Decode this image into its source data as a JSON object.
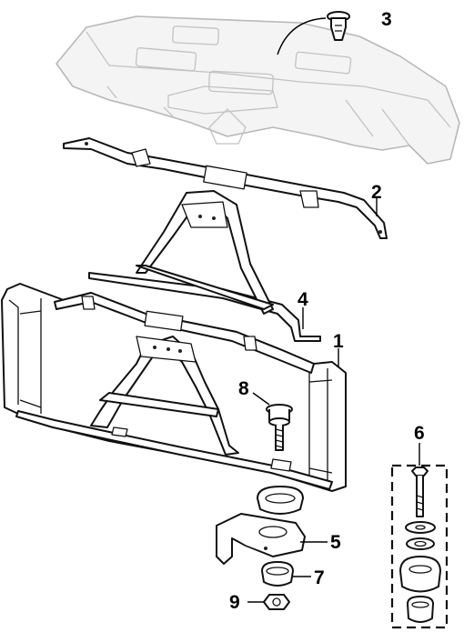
{
  "callouts": {
    "c1": "1",
    "c2": "2",
    "c3": "3",
    "c4": "4",
    "c5": "5",
    "c6": "6",
    "c7": "7",
    "c8": "8",
    "c9": "9"
  },
  "colors": {
    "line": "#111111",
    "ghost_line": "#b8b8b8",
    "background": "#ffffff"
  }
}
